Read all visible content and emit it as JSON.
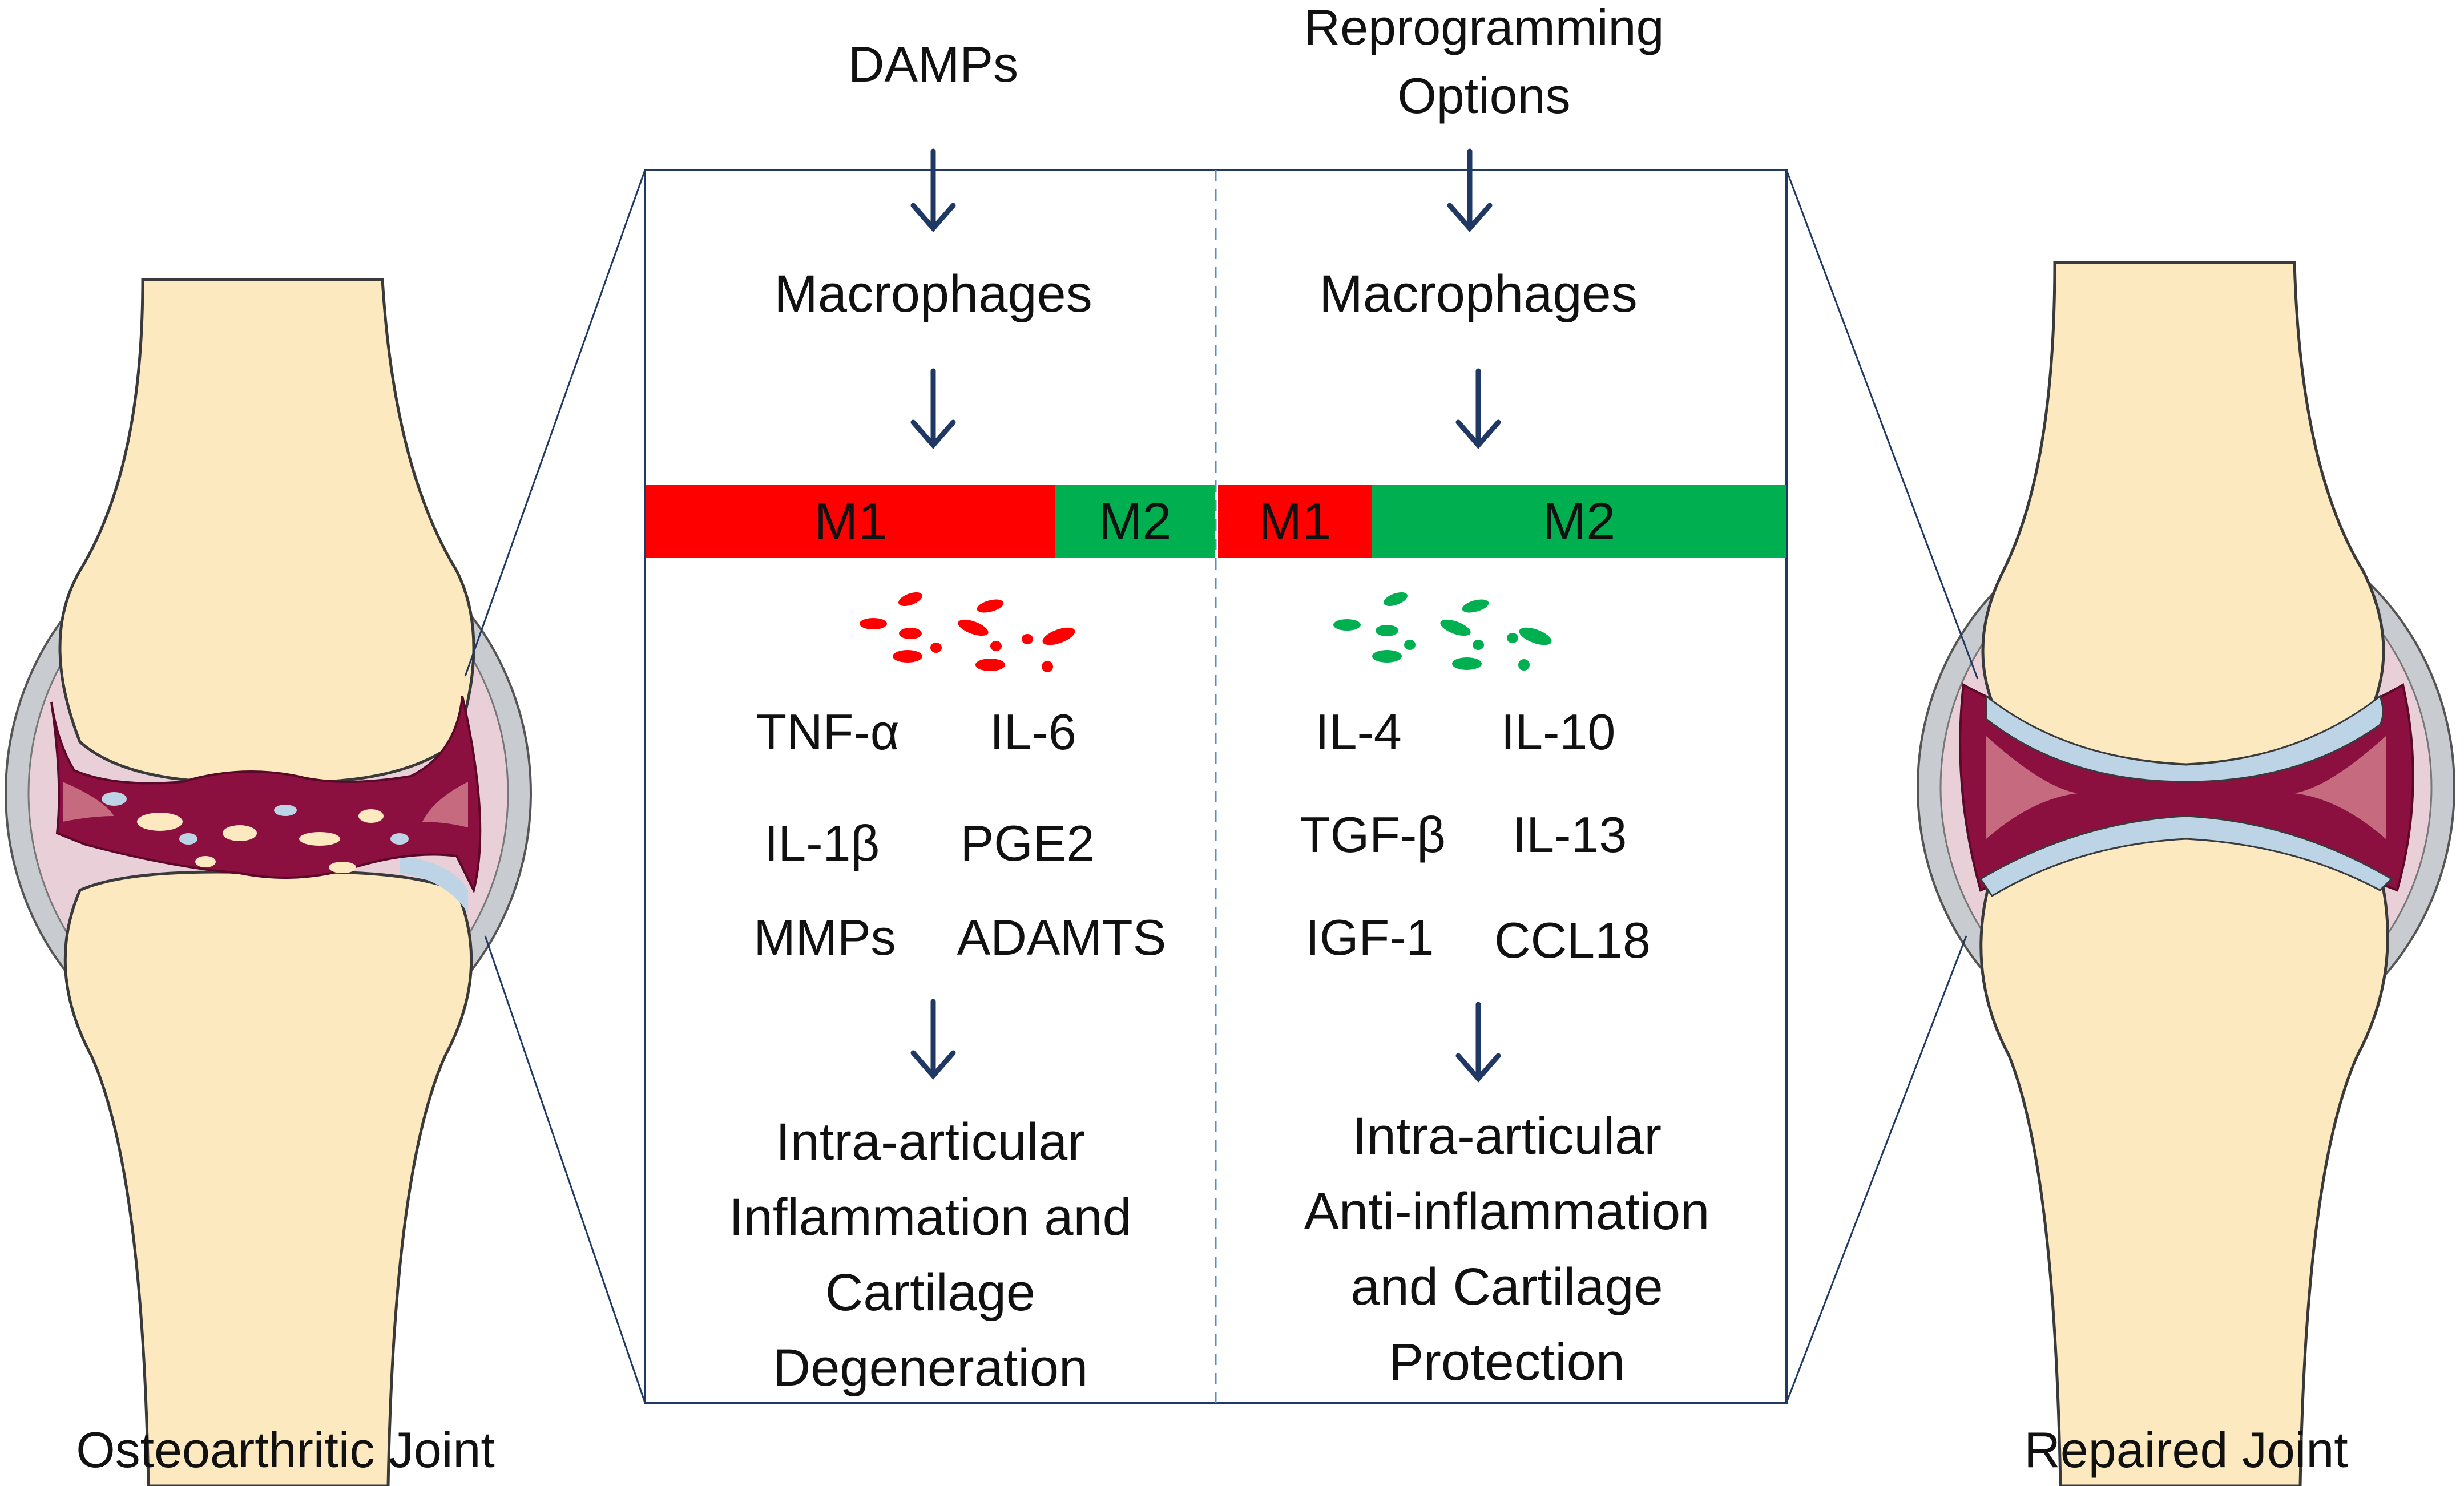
{
  "left": {
    "input": "DAMPs",
    "cell": "Macrophages",
    "bar": {
      "m1": "M1",
      "m2": "M2",
      "m1_fraction": 0.72
    },
    "cytokines": [
      "TNF-α",
      "IL-6",
      "IL-1β",
      "PGE2",
      "MMPs",
      "ADAMTS"
    ],
    "outcome_lines": [
      "Intra-articular",
      "Inflammation and",
      "Cartilage",
      "Degeneration"
    ],
    "joint_label": "Osteoarthritic Joint"
  },
  "right": {
    "input_lines": [
      "Reprogramming",
      "Options"
    ],
    "cell": "Macrophages",
    "bar": {
      "m1": "M1",
      "m2": "M2",
      "m1_fraction": 0.27
    },
    "cytokines": [
      "IL-4",
      "IL-10",
      "TGF-β",
      "IL-13",
      "IGF-1",
      "CCL18"
    ],
    "outcome_lines": [
      "Intra-articular",
      "Anti-inflammation",
      "and Cartilage",
      "Protection"
    ],
    "joint_label": "Repaired Joint"
  },
  "colors": {
    "m1": "#ff0000",
    "m2": "#00b050",
    "arrow": "#1f3864",
    "frame": "#1f3864",
    "bone": "#fde9c0",
    "capsule_grey": "#c8cbcf",
    "synovium": "#e8cfd8",
    "inflamed_tissue": "#8b1040",
    "cartilage": "#bcd4e6"
  }
}
